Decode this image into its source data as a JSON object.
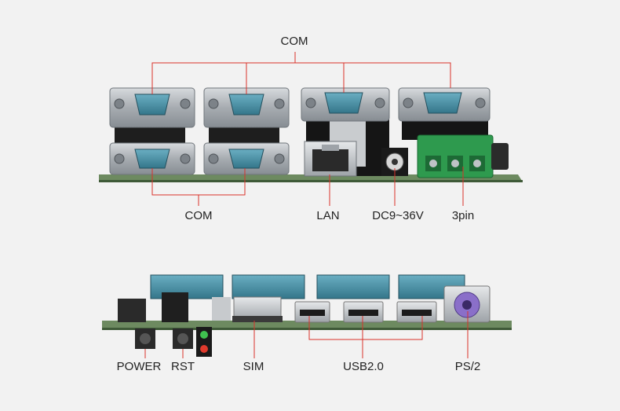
{
  "accent": "#d9322b",
  "board_color": "#5e7d54",
  "connector_color": "#4a8fa4",
  "top_panel": {
    "labels": {
      "com_top": "COM",
      "com_bottom": "COM",
      "lan": "LAN",
      "dc": "DC9~36V",
      "pin": "3pin"
    },
    "components": [
      "db9-connector",
      "db9-connector",
      "db9-connector",
      "db9-connector",
      "db9-connector",
      "db9-connector",
      "rj45-port",
      "dc-jack",
      "terminal-block-3pin"
    ]
  },
  "bottom_panel": {
    "labels": {
      "power": "POWER",
      "rst": "RST",
      "sim": "SIM",
      "usb": "USB2.0",
      "ps2": "PS/2"
    },
    "components": [
      "power-button",
      "reset-button",
      "led-green",
      "led-red",
      "sim-slot",
      "usb-port",
      "usb-port",
      "usb-port",
      "ps2-port"
    ]
  }
}
